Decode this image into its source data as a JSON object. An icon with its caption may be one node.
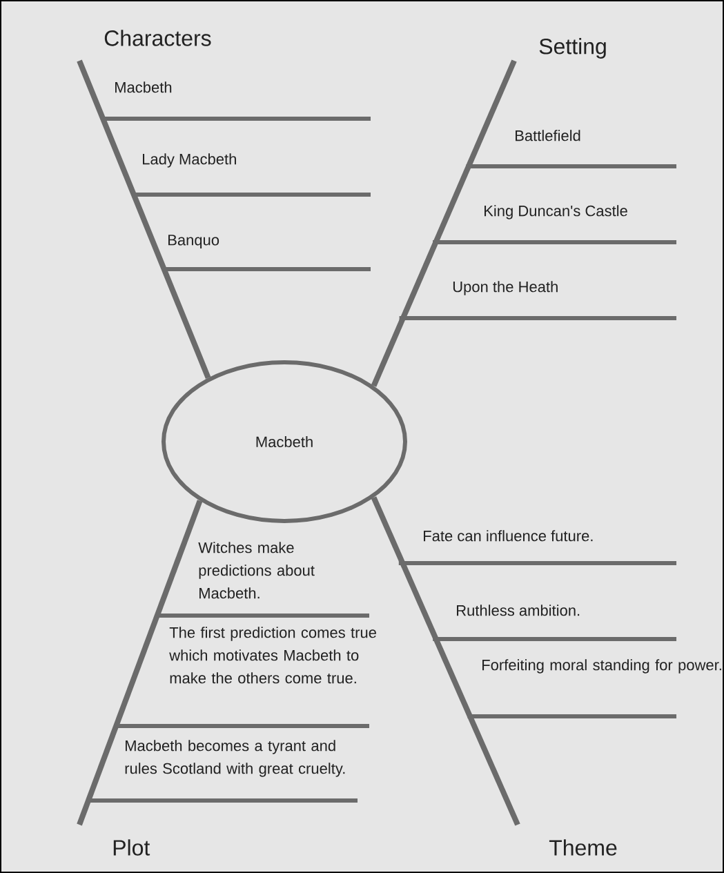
{
  "diagram": {
    "nodes": [
      {
        "text": [
          "Macbeth"
        ]
      },
      {
        "text": [
          "Characters"
        ]
      },
      {
        "text": [
          "Setting"
        ]
      },
      {
        "text": [
          "Plot"
        ]
      },
      {
        "text": [
          "Theme"
        ]
      }
    ],
    "edges": [
      {
        "from": 0,
        "to": 1,
        "arrow": "none"
      },
      {
        "from": 0,
        "to": 2,
        "arrow": "none"
      },
      {
        "from": 0,
        "to": 3,
        "arrow": "none"
      },
      {
        "from": 0,
        "to": 4,
        "arrow": "none"
      }
    ],
    "labels": [
      "Macbeth",
      "Lady Macbeth",
      "Banquo",
      "Battlefield",
      "King Duncan's Castle",
      "Upon the Heath",
      "Witches make predictions about Macbeth.",
      "The first prediction comes true which motivates Macbeth to make the others  come true.",
      "Macbeth becomes a tyrant and rules Scotland with great cruelty.",
      "Fate can influence future.",
      "Ruthless ambition.",
      "Forfeiting moral standing for power."
    ]
  }
}
